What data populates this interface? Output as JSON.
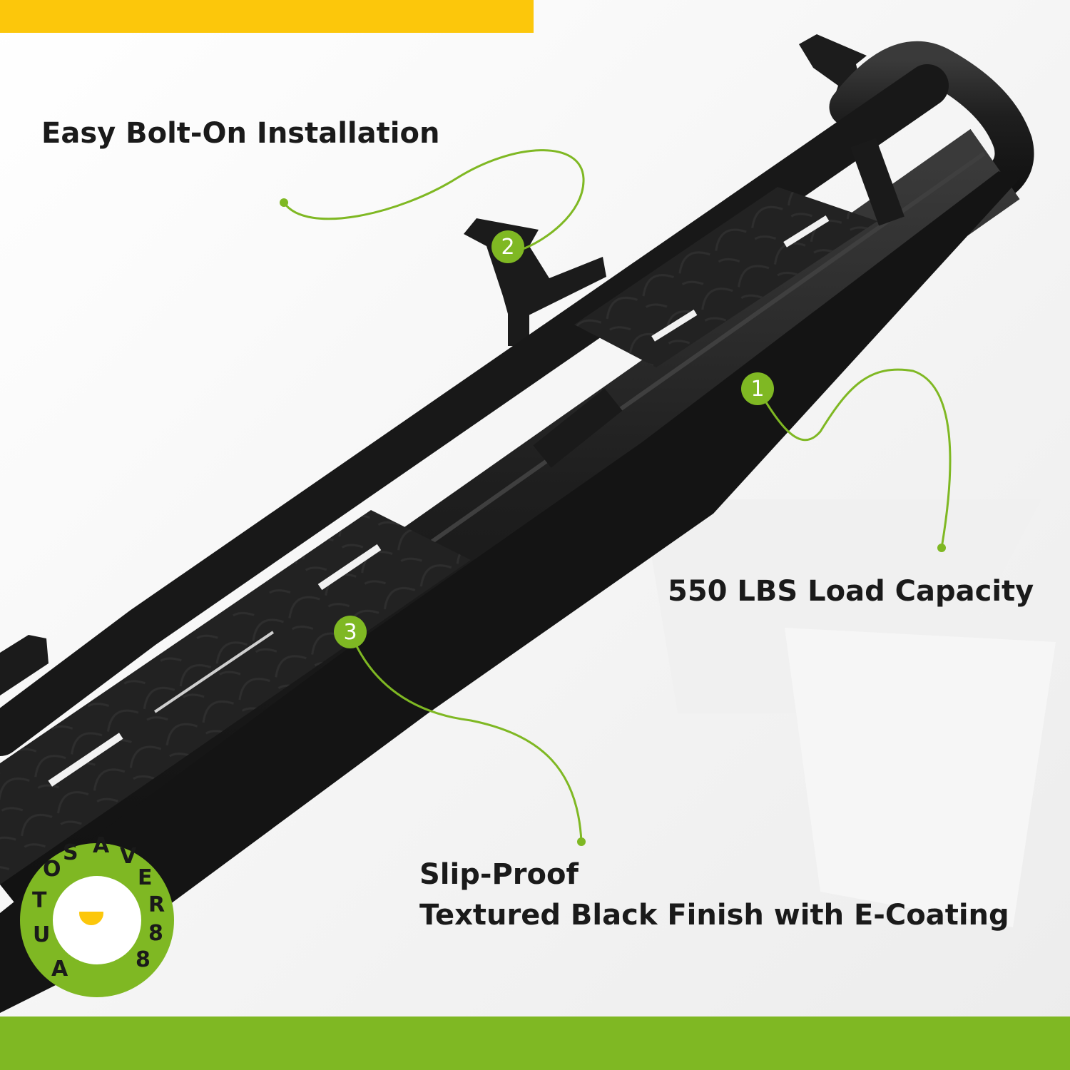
{
  "colors": {
    "accent_green": "#7fb823",
    "accent_yellow": "#fcc70b",
    "product_black": "#1d1d1d"
  },
  "callouts": {
    "easy_install": "Easy Bolt-On Installation",
    "load_capacity": "550 LBS Load Capacity",
    "finish_line1": "Slip-Proof",
    "finish_line2": "Textured Black Finish with E-Coating"
  },
  "markers": [
    "1",
    "2",
    "3"
  ],
  "logo": {
    "letters": [
      "A",
      "U",
      "T",
      "O",
      "S",
      "A",
      "V",
      "E",
      "R",
      "8",
      "8"
    ],
    "name": "AUTOSAVER88"
  },
  "icons": {
    "product": "running-board-nerf-bar",
    "logo": "autosaver88-seal"
  }
}
